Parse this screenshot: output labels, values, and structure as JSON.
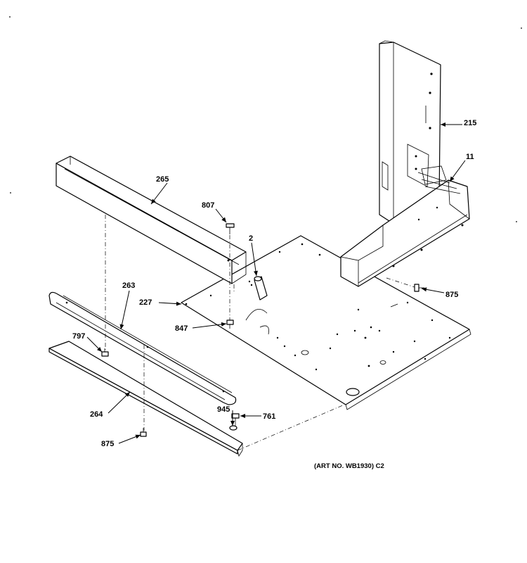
{
  "callouts": {
    "c215": "215",
    "c11": "11",
    "c265": "265",
    "c807": "807",
    "c2": "2",
    "c875a": "875",
    "c227": "227",
    "c263": "263",
    "c847": "847",
    "c797": "797",
    "c264": "264",
    "c945": "945",
    "c761": "761",
    "c875b": "875"
  },
  "art_number": "(ART NO. WB1930) C2"
}
